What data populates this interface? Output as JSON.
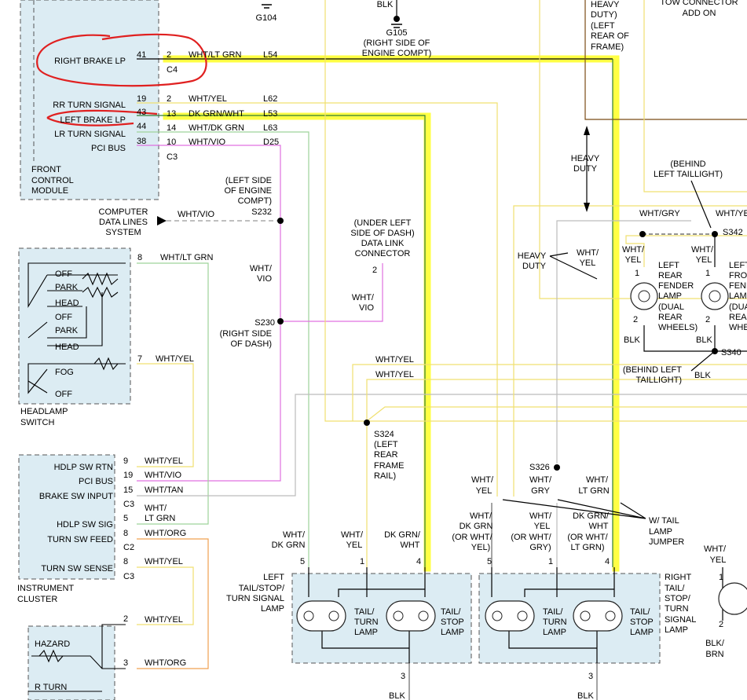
{
  "labels": {
    "g104": "G104",
    "blk_top": "BLK",
    "g105": "G105",
    "g105_loc": "(RIGHT SIDE OF",
    "g105_loc2": "ENGINE COMPT)",
    "hd_top": "HEAVY",
    "hd_top2": "DUTY)",
    "hd_top3": "(LEFT",
    "hd_top4": "REAR OF",
    "hd_top5": "FRAME)",
    "tow1": "TOW CONNECTOR",
    "tow2": "ADD ON",
    "right_brake": "RIGHT BRAKE LP",
    "rr_turn": "RR TURN SIGNAL",
    "left_brake": "LEFT BRAKE LP",
    "lr_turn": "LR TURN SIGNAL",
    "pci_bus": "PCI BUS",
    "fcm1": "FRONT",
    "fcm2": "CONTROL",
    "fcm3": "MODULE",
    "c4": "C4",
    "c3": "C3",
    "pin41": "41",
    "pin19": "19",
    "pin43": "43",
    "pin44": "44",
    "pin38": "38",
    "p2a": "2",
    "p2b": "2",
    "p13": "13",
    "p14": "14",
    "p10": "10",
    "w_wht_ltgrn": "WHT/LT GRN",
    "l54": "L54",
    "w_wht_yel": "WHT/YEL",
    "l62": "L62",
    "w_dkgrn_wht": "DK GRN/WHT",
    "l53": "L53",
    "w_wht_dkgrn": "WHT/DK GRN",
    "l63": "L63",
    "w_wht_vio": "WHT/VIO",
    "d25": "D25",
    "s232_l1": "(LEFT SIDE",
    "s232_l2": "OF ENGINE",
    "s232_l3": "COMPT)",
    "s232": "S232",
    "cdl1": "COMPUTER",
    "cdl2": "DATA LINES",
    "cdl3": "SYSTEM",
    "cdl_wire": "WHT/VIO",
    "vio_v1": "WHT/",
    "vio_v2": "VIO",
    "s230": "S230",
    "s230_l1": "(RIGHT SIDE",
    "s230_l2": "OF DASH)",
    "dlc1": "(UNDER LEFT",
    "dlc2": "SIDE OF DASH)",
    "dlc3": "DATA LINK",
    "dlc4": "CONNECTOR",
    "dlc_pin": "2",
    "dlc_w1": "WHT/",
    "dlc_w2": "VIO",
    "off1": "OFF",
    "park1": "PARK",
    "head1": "HEAD",
    "off2": "OFF",
    "park2": "PARK",
    "head2": "HEAD",
    "fog": "FOG",
    "off3": "OFF",
    "hs1": "HEADLAMP",
    "hs2": "SWITCH",
    "hs_p8": "8",
    "hs_w8": "WHT/LT GRN",
    "hs_p7": "7",
    "hs_w7": "WHT/YEL",
    "hdlp_rtn": "HDLP SW RTN",
    "ic_pci": "PCI BUS",
    "brake_sw": "BRAKE SW INPUT",
    "hdlp_sig": "HDLP SW SIG",
    "turn_feed": "TURN SW FEED",
    "turn_sense": "TURN SW SENSE",
    "ic1": "INSTRUMENT",
    "ic2": "CLUSTER",
    "ic_p9": "9",
    "ic_w9": "WHT/YEL",
    "ic_p19": "19",
    "ic_w19": "WHT/VIO",
    "ic_p15": "15",
    "ic_w15": "WHT/TAN",
    "ic_c3a": "C3",
    "ic_p5": "5",
    "ic_w5a": "WHT/",
    "ic_w5b": "LT GRN",
    "ic_p8a": "8",
    "ic_w8a": "WHT/ORG",
    "ic_c2": "C2",
    "ic_p8b": "8",
    "ic_w8b": "WHT/YEL",
    "ic_c3b": "C3",
    "hazard": "HAZARD",
    "rturn": "R TURN",
    "ts_p2": "2",
    "ts_w2": "WHT/YEL",
    "ts_p3": "3",
    "ts_w3": "WHT/ORG",
    "hvd1": "HEAVY",
    "hvd2": "DUTY",
    "hvd3": "HEAVY",
    "hvd4": "DUTY",
    "hvd_w1": "WHT/",
    "hvd_w2": "YEL",
    "s324": "S324",
    "s324_l1": "(LEFT",
    "s324_l2": "REAR",
    "s324_l3": "FRAME",
    "s324_l4": "RAIL)",
    "mid_w1": "WHT/YEL",
    "mid_w2": "WHT/YEL",
    "behind1": "(BEHIND",
    "behind2": "LEFT TAILLIGHT)",
    "wht_gry_r": "WHT/GRY",
    "wht_yel_r": "WHT/YE",
    "s342": "S342",
    "lrfl_w1": "WHT/",
    "lrfl_w2": "YEL",
    "lrfl_p1": "1",
    "lrfl1": "LEFT",
    "lrfl2": "REAR",
    "lrfl3": "FENDER",
    "lrfl4": "LAMP",
    "lrfl5": "(DUAL",
    "lrfl6": "REAR",
    "lrfl7": "WHEELS)",
    "lrfl_p2": "2",
    "lrfl_blk": "BLK",
    "lffl_w1": "WHT/",
    "lffl_w2": "YEL",
    "lffl_p1": "1",
    "lffl1": "LEFT",
    "lffl2": "FRO",
    "lffl3": "FEND",
    "lffl4": "LAMP",
    "lffl5": "(DUA",
    "lffl6": "REAR",
    "lffl7": "WHE",
    "lffl_p2": "2",
    "lffl_blk": "BLK",
    "s340": "S340",
    "s340_l1": "(BEHIND LEFT",
    "s340_l2": "TAILLIGHT)",
    "s340_blk": "BLK",
    "s326": "S326",
    "rw1a": "WHT/",
    "rw1b": "YEL",
    "rw2a": "WHT/",
    "rw2b": "GRY",
    "rw3a": "WHT/",
    "rw3b": "LT GRN",
    "jmp1": "W/ TAIL",
    "jmp2": "LAMP",
    "jmp3": "JUMPER",
    "ll_p5": "5",
    "ll_p1": "1",
    "ll_p4": "4",
    "ll_w5a": "WHT/",
    "ll_w5b": "DK GRN",
    "ll_w1a": "WHT/",
    "ll_w1b": "YEL",
    "ll_w4a": "DK GRN/",
    "ll_w4b": "WHT",
    "ll1": "LEFT",
    "ll2": "TAIL/STOP/",
    "ll3": "TURN SIGNAL",
    "ll4": "LAMP",
    "ll_tt1": "TAIL/",
    "ll_tt2": "TURN",
    "ll_tt3": "LAMP",
    "ll_ts1": "TAIL/",
    "ll_ts2": "STOP",
    "ll_ts3": "LAMP",
    "ll_p3": "3",
    "ll_blk": "BLK",
    "rl_p5": "5",
    "rl_p1": "1",
    "rl_p4": "4",
    "rl_w5a": "WHT/",
    "rl_w5b": "DK GRN",
    "rl_w5c": "(OR WHT/",
    "rl_w5d": "YEL)",
    "rl_w1a": "WHT/",
    "rl_w1b": "YEL",
    "rl_w1c": "(OR WHT/",
    "rl_w1d": "GRY)",
    "rl_w4a": "DK GRN/",
    "rl_w4b": "WHT",
    "rl_w4c": "(OR WHT/",
    "rl_w4d": "LT GRN)",
    "rl1": "RIGHT",
    "rl2": "TAIL/",
    "rl3": "STOP/",
    "rl4": "TURN",
    "rl5": "SIGNAL",
    "rl6": "LAMP",
    "rl_tt1": "TAIL/",
    "rl_tt2": "TURN",
    "rl_tt3": "LAMP",
    "rl_ts1": "TAIL/",
    "rl_ts2": "STOP",
    "rl_ts3": "LAMP",
    "rl_p3": "3",
    "rl_blk": "BLK",
    "far_w1": "WHT/",
    "far_w2": "YEL",
    "far_p1": "1",
    "far_p2": "2",
    "far_blk1": "BLK/",
    "far_blk2": "BRN"
  },
  "colors": {
    "highlight": "#ffff30",
    "annotation": "#e02020",
    "wire_dkgrn": "#2e7d32",
    "wire_ltgrn": "#9ed39a",
    "wire_vio": "#e070e0",
    "wire_yel": "#f0e070",
    "wire_gry": "#bcbcbc",
    "wire_org": "#f0a050",
    "wire_brown": "#7a4a14",
    "module_fill": "#dcecf3"
  }
}
